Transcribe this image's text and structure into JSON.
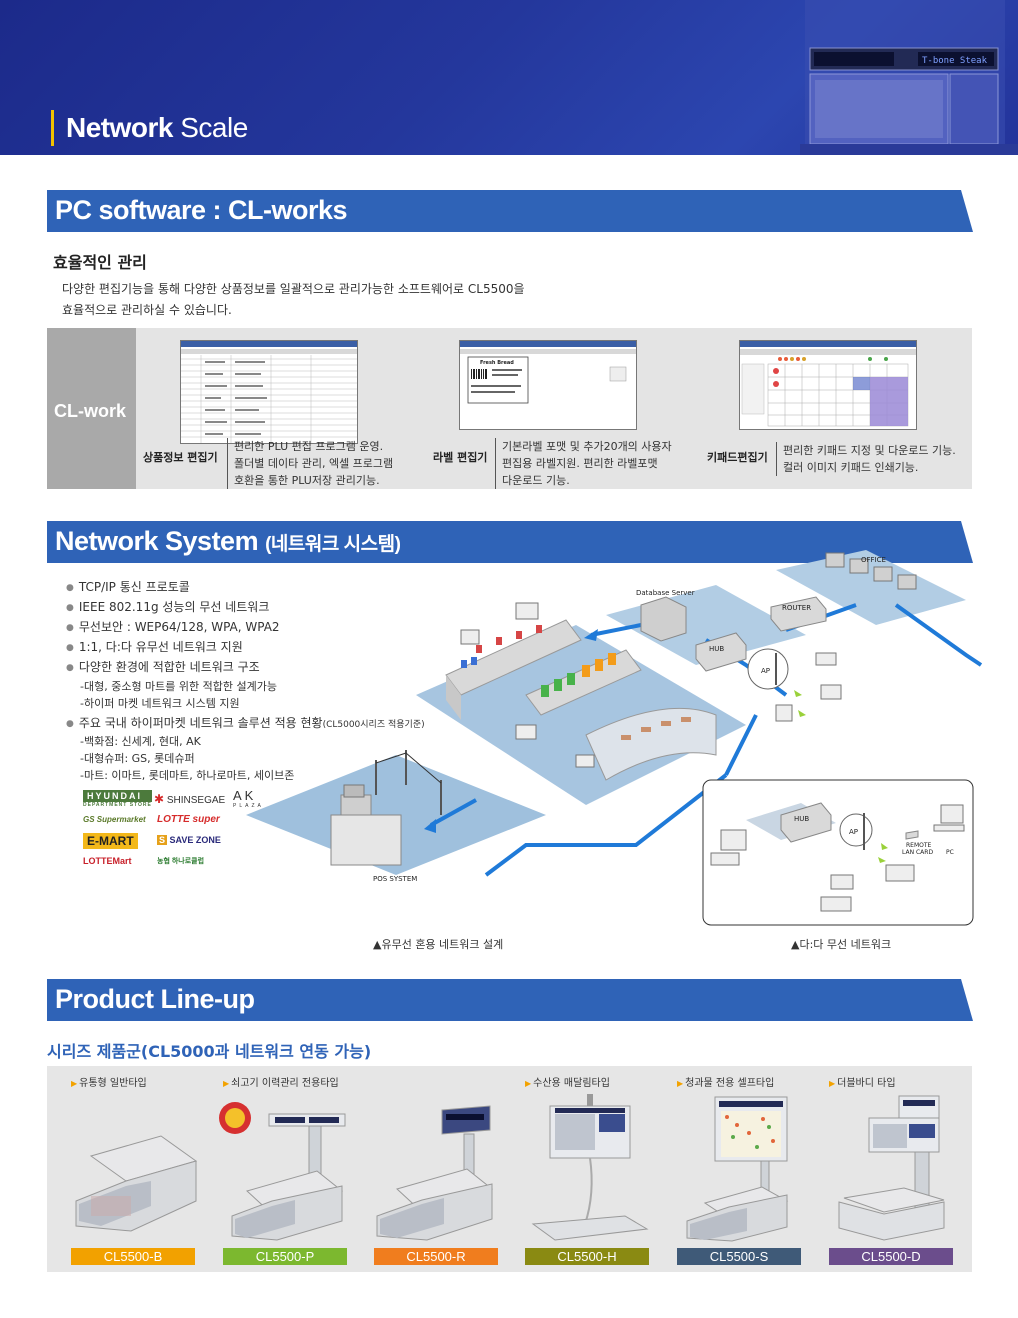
{
  "header": {
    "title_bold": "Network",
    "title_light": "Scale",
    "device_display": "T-bone Steak"
  },
  "sections": {
    "software": "PC software : CL-works",
    "network": "Network System",
    "network_sub": "(네트워크 시스템)",
    "lineup": "Product Line-up"
  },
  "efficiency": {
    "heading": "효율적인 관리",
    "line1": "다양한 편집기능을 통해 다양한 상품정보를 일괄적으로 관리가능한 소프트웨어로 CL5500을",
    "line2": "효율적으로 관리하실 수 있습니다."
  },
  "clwork": {
    "label": "CL-work",
    "items": [
      {
        "label": "상품정보 편집기",
        "desc1": "편리한 PLU 편집 프로그램 운영.",
        "desc2": "폴더별 데이타 관리, 엑셀 프로그램",
        "desc3": "호환을 통한 PLU저장 관리기능."
      },
      {
        "label": "라벨 편집기",
        "desc1": "기본라벨 포맷 및 추가20개의 사용자",
        "desc2": "편집용 라벨지원. 편리한 라벨포맷",
        "desc3": "다운로드 기능."
      },
      {
        "label": "키패드편집기",
        "desc1": "편리한 키패드 지정 및 다운로드 기능.",
        "desc2": "컬러 이미지 키패드 인쇄기능."
      }
    ],
    "label_shot_title": "Fresh Bread"
  },
  "network": {
    "bullets": [
      "TCP/IP 통신 프로토콜",
      "IEEE 802.11g  성능의 무선 네트워크",
      "무선보안 : WEP64/128, WPA, WPA2",
      "1:1, 다:다 유무선 네트워크 지원",
      "다양한 환경에 적합한 네트워크 구조"
    ],
    "sub1": "-대형, 중소형 마트를 위한 적합한 설계가능",
    "sub2": "-하이퍼 마켓 네트워크 시스템 지원",
    "bullet6": "주요 국내 하이퍼마켓 네트워크 솔루션 적용 현황",
    "bullet6_small": "(CL5000시리즈 적용기준)",
    "sub3": "-백화점: 신세계, 현대, AK",
    "sub4": "-대형슈퍼: GS, 롯데슈퍼",
    "sub5": "-마트: 이마트, 롯데마트, 하나로마트, 세이브존",
    "logos": {
      "hyundai": "HYUNDAI",
      "hyundai_sub": "DEPARTMENT STORE",
      "shinsegae": "SHINSEGAE",
      "ak": "AK",
      "ak_sub": "PLAZA",
      "gs": "GS Supermarket",
      "lottesuper": "LOTTE super",
      "emart": "E-MART",
      "savezone": "SAVE ZONE",
      "lottemart": "LOTTEMart",
      "hanaro": "농협 하나로클럽"
    },
    "diagram": {
      "database": "Database Server",
      "office": "OFFICE",
      "router": "ROUTER",
      "hub": "HUB",
      "ap": "AP",
      "pos": "POS SYSTEM",
      "hub2": "HUB",
      "ap2": "AP",
      "remote": "REMOTE",
      "lancard": "LAN CARD",
      "pc": "PC"
    },
    "caption_left": "▲유무선 혼용 네트워크 설계",
    "caption_right": "▲다:다 무선 네트워크"
  },
  "lineup": {
    "heading": "시리즈 제품군(CL5000과 네트워크 연동 가능)",
    "products": [
      {
        "type": "유통형 일반타입",
        "model": "CL5500-B",
        "color": "#f2a100"
      },
      {
        "type": "쇠고기 이력관리 전용타입",
        "model": "CL5500-P",
        "color": "#7cb82f"
      },
      {
        "type": "",
        "model": "CL5500-R",
        "color": "#f07d1e"
      },
      {
        "type": "수산용 매달림타입",
        "model": "CL5500-H",
        "color": "#8a8a12"
      },
      {
        "type": "청과물 전용 셀프타입",
        "model": "CL5500-S",
        "color": "#3f5a78"
      },
      {
        "type": "더블바디 타입",
        "model": "CL5500-D",
        "color": "#6b4d8c"
      }
    ]
  }
}
